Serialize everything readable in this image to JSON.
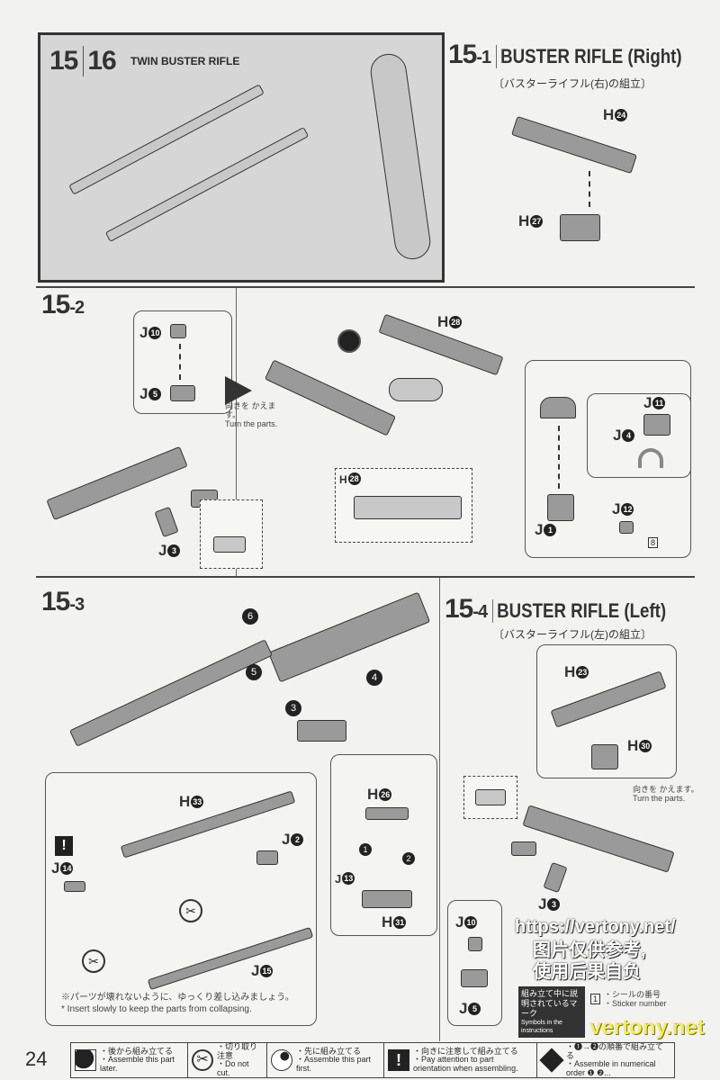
{
  "page_number": "24",
  "top": {
    "step_a": "15",
    "step_b": "16",
    "title": "TWIN BUSTER RIFLE"
  },
  "s15_1": {
    "step": "15",
    "sub": "-1",
    "title": "BUSTER RIFLE (Right)",
    "subtitle": "〔バスターライフル(右)の組立〕",
    "labels": [
      {
        "p": "H",
        "n": "24"
      },
      {
        "p": "H",
        "n": "27"
      }
    ]
  },
  "s15_2": {
    "step": "15",
    "sub": "-2",
    "turn_jp": "向きを かえます。",
    "turn_en": "Turn the parts.",
    "labels": [
      {
        "p": "J",
        "n": "10"
      },
      {
        "p": "J",
        "n": "5"
      },
      {
        "p": "J",
        "n": "3"
      },
      {
        "p": "H",
        "n": "28"
      },
      {
        "p": "H",
        "n": "28"
      },
      {
        "p": "J",
        "n": "11"
      },
      {
        "p": "J",
        "n": "4"
      },
      {
        "p": "J",
        "n": "12"
      },
      {
        "p": "J",
        "n": "1"
      }
    ],
    "sticker": "8"
  },
  "s15_3": {
    "step": "15",
    "sub": "-3",
    "labels": [
      {
        "p": "H",
        "n": "33"
      },
      {
        "p": "J",
        "n": "2"
      },
      {
        "p": "J",
        "n": "14"
      },
      {
        "p": "J",
        "n": "15"
      },
      {
        "p": "H",
        "n": "26"
      },
      {
        "p": "J",
        "n": "13"
      },
      {
        "p": "H",
        "n": "31"
      }
    ],
    "order": [
      "1",
      "2",
      "3",
      "4",
      "5",
      "6"
    ],
    "note_jp": "※パーツが壊れないように、ゆっくり差し込みましょう。",
    "note_en": "* Insert slowly to keep the parts from collapsing."
  },
  "s15_4": {
    "step": "15",
    "sub": "-4",
    "title": "BUSTER RIFLE (Left)",
    "subtitle": "〔バスターライフル(左)の組立〕",
    "turn_jp": "向きを かえます。",
    "turn_en": "Turn the parts.",
    "labels": [
      {
        "p": "H",
        "n": "23"
      },
      {
        "p": "H",
        "n": "30"
      },
      {
        "p": "J",
        "n": "3"
      },
      {
        "p": "J",
        "n": "10"
      },
      {
        "p": "J",
        "n": "5"
      }
    ]
  },
  "symbols": {
    "title_jp": "組み立て中に説明されているマーク",
    "title_en": "Symbols in the instructions",
    "sticker_jp": "・シールの番号",
    "sticker_en": "・Sticker number",
    "sticker_num": "1"
  },
  "legend": [
    {
      "icon": "assemble-later-icon",
      "jp": "・後から組み立てる",
      "en": "・Assemble this part later."
    },
    {
      "icon": "do-not-cut-icon",
      "jp": "・切り取り注意",
      "en": "・Do not cut."
    },
    {
      "icon": "assemble-first-icon",
      "jp": "・先に組み立てる",
      "en": "・Assemble this part first."
    },
    {
      "icon": "exclamation-icon",
      "jp": "・向きに注意して組み立てる",
      "en": "・Pay attention to part orientation when assembling."
    },
    {
      "icon": "numerical-order-icon",
      "jp": "・❶→❷の順番で組み立てる",
      "en": "・Assemble in numerical order ❶ ❷..."
    }
  ],
  "watermark": {
    "url": "https://vertony.net/",
    "cn1": "图片仅供参考,",
    "cn2": "使用后果自负",
    "brand": "vertony.net"
  }
}
